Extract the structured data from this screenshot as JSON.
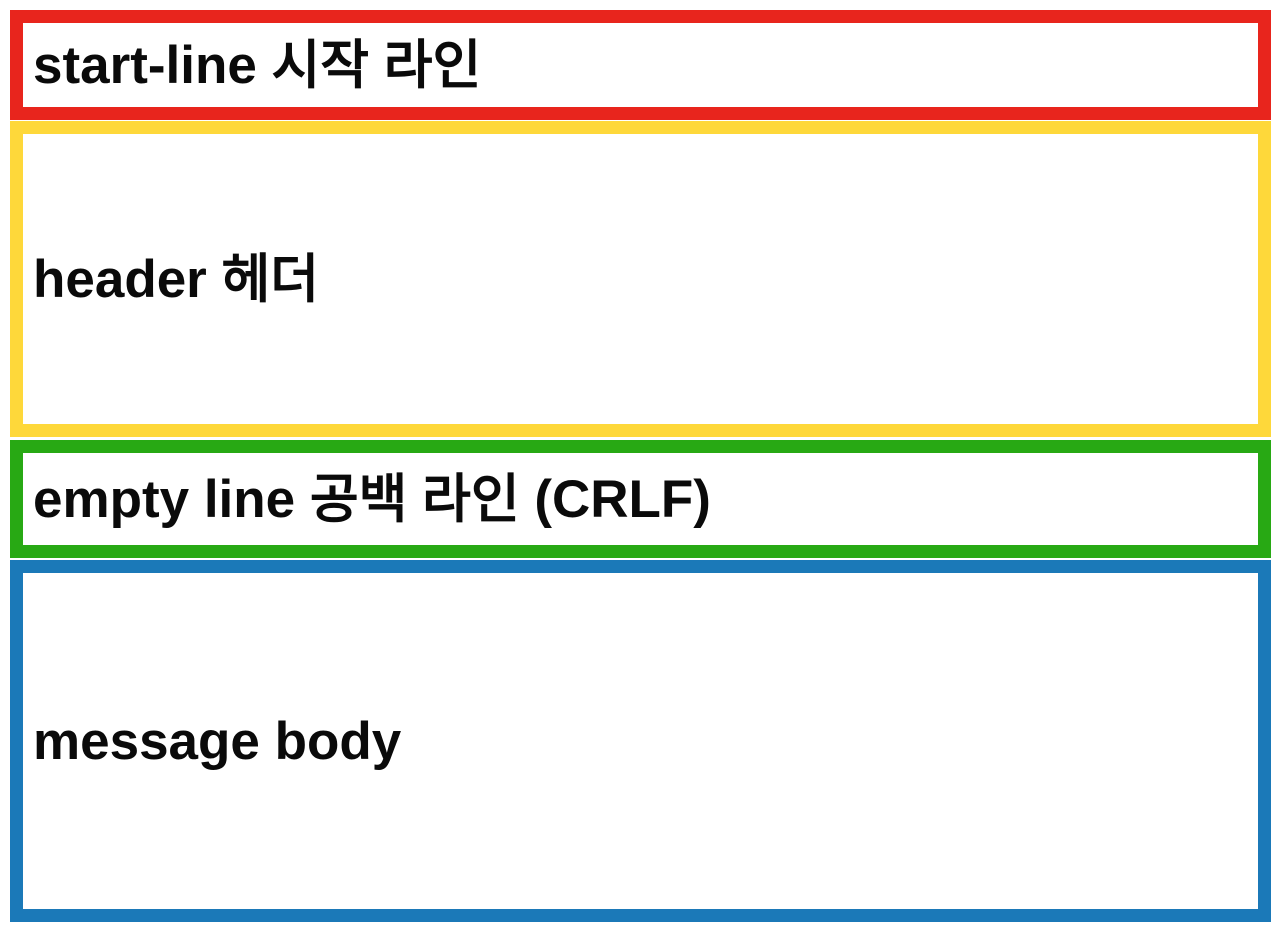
{
  "diagram": {
    "description": "HTTP message structure diagram",
    "boxes": [
      {
        "id": "start-line",
        "label": "start-line 시작 라인",
        "border_color": "#e8251d"
      },
      {
        "id": "header",
        "label": "header 헤더",
        "border_color": "#fed83a"
      },
      {
        "id": "empty-line",
        "label": "empty line 공백 라인 (CRLF)",
        "border_color": "#28a914"
      },
      {
        "id": "message-body",
        "label": "message body",
        "border_color": "#1b79b8"
      }
    ],
    "text_color": "#0a0a0a",
    "background_color": "#ffffff"
  }
}
